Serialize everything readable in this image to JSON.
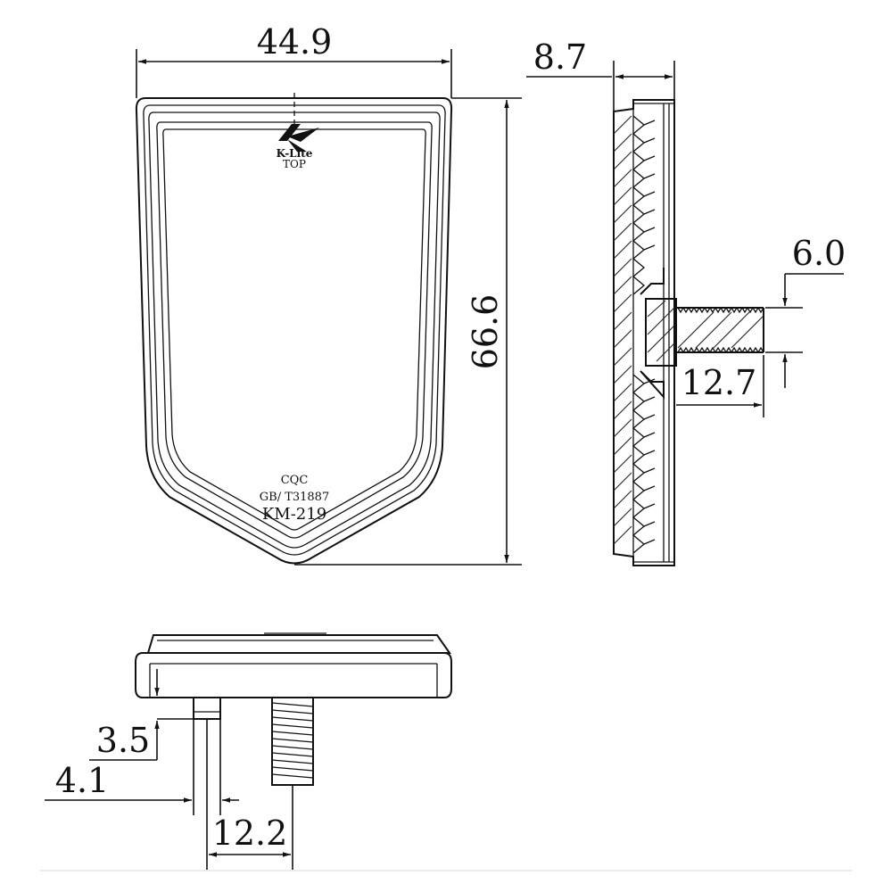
{
  "drawing": {
    "brand_logo": "K-Lite",
    "top_mark": "TOP",
    "cert_mark": "CQC",
    "standard_mark": "GB/ T31887",
    "model_mark": "KM-219"
  },
  "dimensions": {
    "width": "44.9",
    "height": "66.6",
    "side_thickness": "8.7",
    "stud_diameter": "6.0",
    "stud_length": "12.7",
    "peg_height": "3.5",
    "peg_width": "4.1",
    "peg_to_stud": "12.2"
  }
}
